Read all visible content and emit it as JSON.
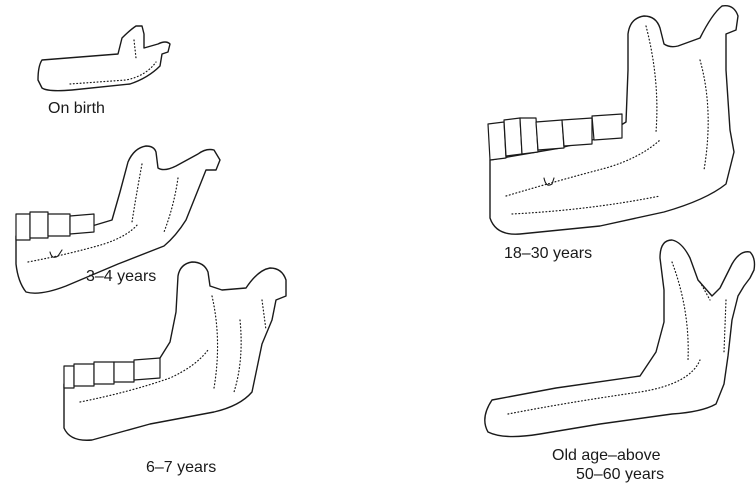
{
  "stages": [
    {
      "label": "On birth"
    },
    {
      "label": "3–4 years"
    },
    {
      "label": "6–7 years"
    },
    {
      "label": "18–30 years"
    },
    {
      "label_line1": "Old age–above",
      "label_line2": "50–60 years"
    }
  ]
}
